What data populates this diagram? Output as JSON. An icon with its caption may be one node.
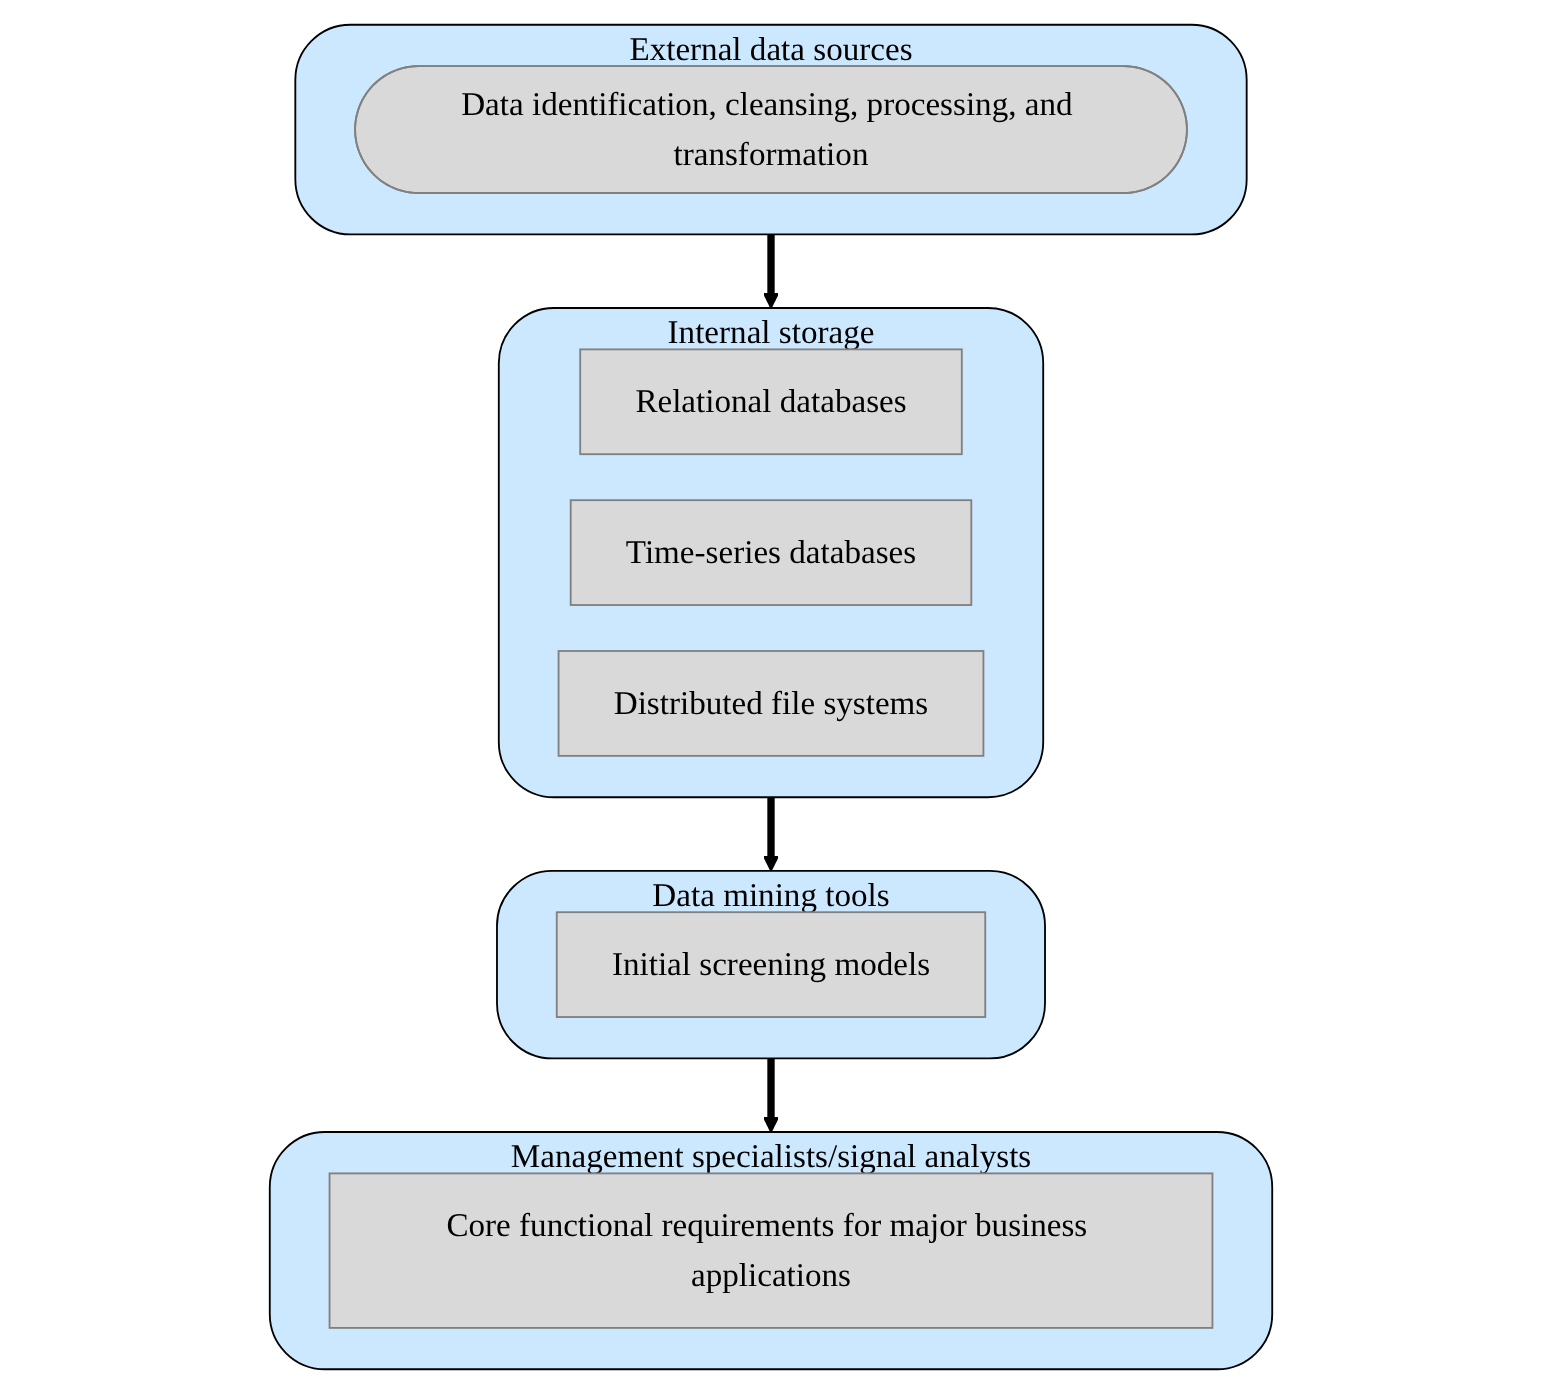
{
  "diagram": {
    "nodes": [
      {
        "text": [
          "External data sources"
        ]
      },
      {
        "text": [
          "Data identification, cleansing, processing, and transformation"
        ],
        "in": 0
      },
      {
        "text": [
          "Internal storage"
        ]
      },
      {
        "text": [
          "Relational databases"
        ],
        "in": 2
      },
      {
        "text": [
          "Time-series databases"
        ],
        "in": 2
      },
      {
        "text": [
          "Distributed file systems"
        ],
        "in": 2
      },
      {
        "text": [
          "Data mining tools"
        ]
      },
      {
        "text": [
          "Initial screening models"
        ],
        "in": 6
      },
      {
        "text": [
          "Management specialists/signal analysts"
        ]
      },
      {
        "text": [
          "Core functional requirements for major business applications"
        ],
        "in": 8
      }
    ],
    "edges": [
      {
        "from": 0,
        "to": 2,
        "arrow": "to"
      },
      {
        "from": 2,
        "to": 6,
        "arrow": "to"
      },
      {
        "from": 6,
        "to": 8,
        "arrow": "to"
      }
    ]
  }
}
